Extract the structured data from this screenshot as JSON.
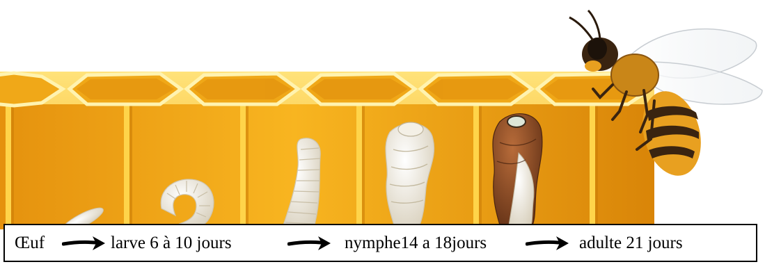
{
  "caption": {
    "stage_egg": "Œuf",
    "stage_larva": "larve 6 à 10 jours",
    "stage_pupa": "nymphe14 a 18jours",
    "stage_adult": "adulte 21 jours"
  },
  "illustration": {
    "subject": "bee-development-in-honeycomb-icon",
    "colors": {
      "comb_light": "#FFD84A",
      "comb_mid": "#F5B218",
      "comb_dark": "#D98A0A",
      "grub": "#F3EEDF",
      "pupa_brown": "#8A4A22",
      "bee_body": "#E8A020",
      "bee_stripe": "#3A2410",
      "frame": "#000000"
    }
  }
}
